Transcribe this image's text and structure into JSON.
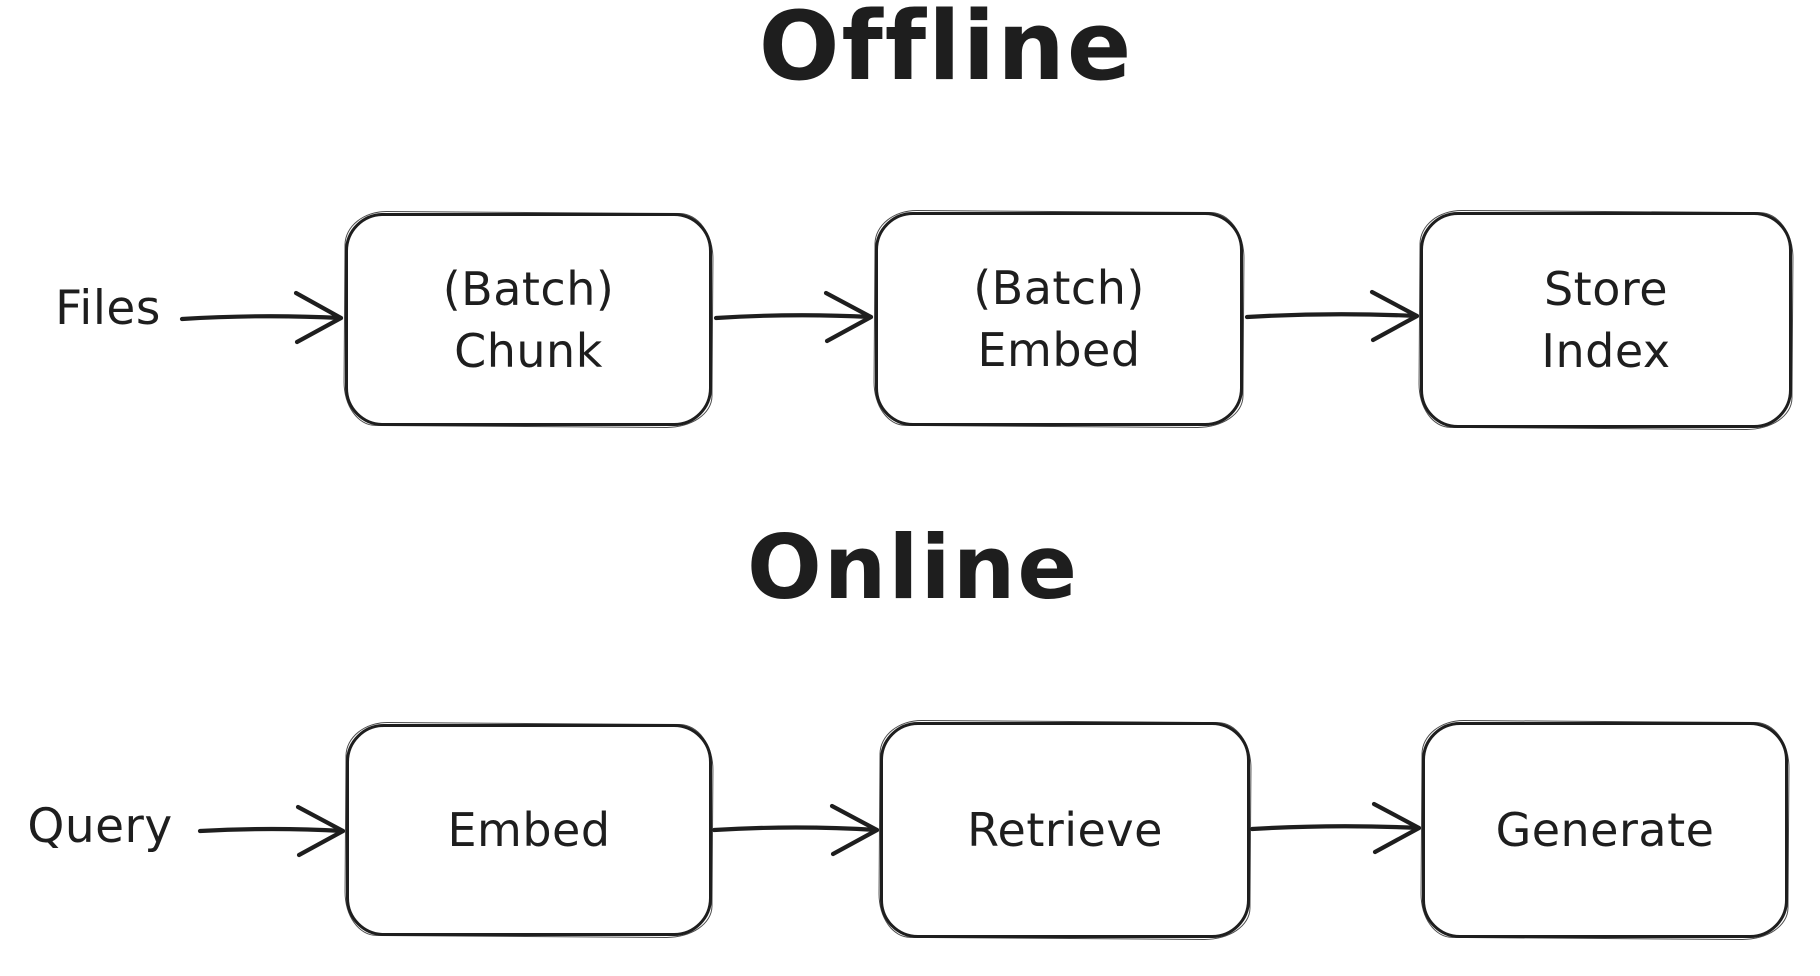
{
  "canvas": {
    "background_color": "#ffffff",
    "stroke_color": "#1e1e1e"
  },
  "sections": {
    "offline": {
      "title": "Offline",
      "input_label": "Files",
      "nodes": {
        "chunk": {
          "line1": "(Batch)",
          "line2": "Chunk"
        },
        "batch_embed": {
          "line1": "(Batch)",
          "line2": "Embed"
        },
        "store_index": {
          "line1": "Store",
          "line2": "Index"
        }
      }
    },
    "online": {
      "title": "Online",
      "input_label": "Query",
      "nodes": {
        "embed": {
          "line1": "Embed"
        },
        "retrieve": {
          "line1": "Retrieve"
        },
        "generate": {
          "line1": "Generate"
        }
      }
    }
  },
  "connectors": [
    {
      "from": "Files",
      "to": "(Batch) Chunk"
    },
    {
      "from": "(Batch) Chunk",
      "to": "(Batch) Embed"
    },
    {
      "from": "(Batch) Embed",
      "to": "Store Index"
    },
    {
      "from": "Query",
      "to": "Embed"
    },
    {
      "from": "Embed",
      "to": "Retrieve"
    },
    {
      "from": "Retrieve",
      "to": "Generate"
    }
  ]
}
